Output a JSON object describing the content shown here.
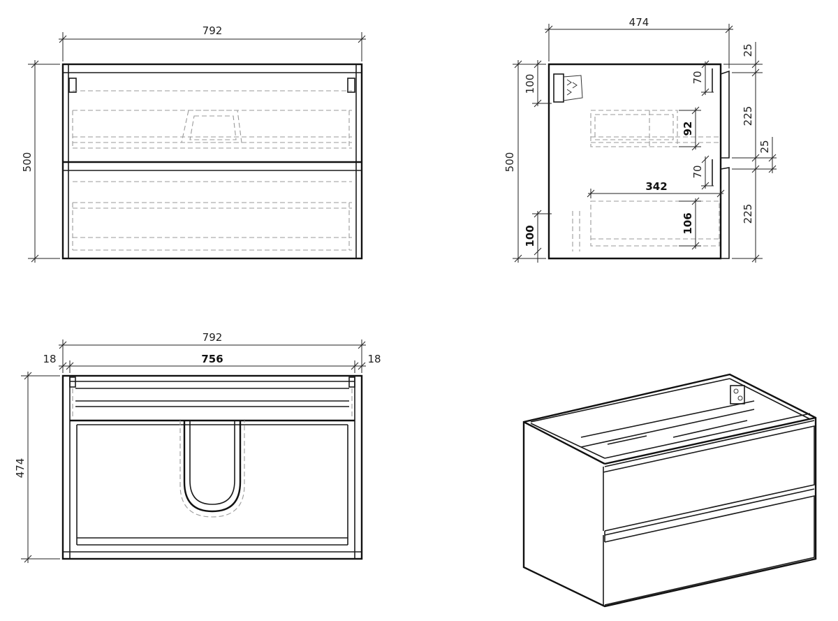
{
  "front_view": {
    "width": "792",
    "height": "500"
  },
  "side_view": {
    "depth": "474",
    "height": "500",
    "gap_top": "25",
    "gap_mid": "25",
    "drawer_front_upper": "225",
    "drawer_front_lower": "225",
    "handle_cut_upper": "70",
    "handle_cut_lower": "70",
    "hinge_offset_top": "100",
    "leg_offset_bottom": "100",
    "drawer_inner_upper": "92",
    "drawer_inner_lower": "106",
    "drawer_depth": "342"
  },
  "top_view": {
    "outer_width": "792",
    "inner_width": "756",
    "panel_left": "18",
    "panel_right": "18",
    "depth": "474"
  }
}
